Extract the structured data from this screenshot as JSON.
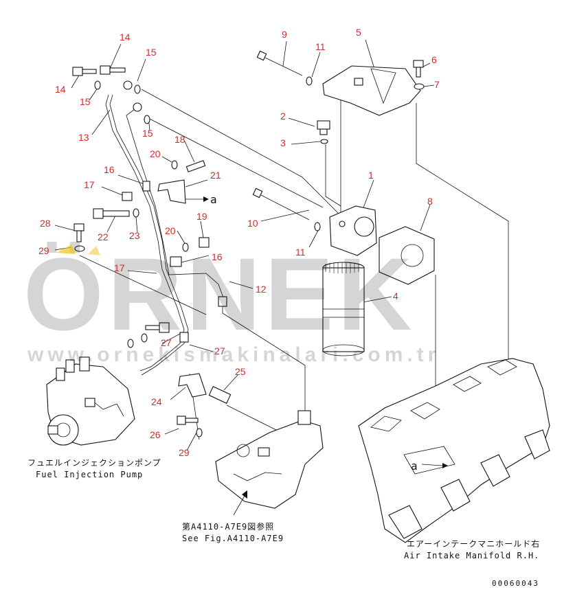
{
  "callouts": [
    {
      "id": "c14a",
      "label": "14"
    },
    {
      "id": "c14b",
      "label": "14"
    },
    {
      "id": "c15a",
      "label": "15"
    },
    {
      "id": "c15b",
      "label": "15"
    },
    {
      "id": "c15c",
      "label": "15"
    },
    {
      "id": "c13",
      "label": "13"
    },
    {
      "id": "c9",
      "label": "9"
    },
    {
      "id": "c11a",
      "label": "11"
    },
    {
      "id": "c5",
      "label": "5"
    },
    {
      "id": "c6",
      "label": "6"
    },
    {
      "id": "c7",
      "label": "7"
    },
    {
      "id": "c2",
      "label": "2"
    },
    {
      "id": "c3",
      "label": "3"
    },
    {
      "id": "c18",
      "label": "18"
    },
    {
      "id": "c20a",
      "label": "20"
    },
    {
      "id": "c16a",
      "label": "16"
    },
    {
      "id": "c21",
      "label": "21"
    },
    {
      "id": "c17a",
      "label": "17"
    },
    {
      "id": "c1",
      "label": "1"
    },
    {
      "id": "c8",
      "label": "8"
    },
    {
      "id": "c28",
      "label": "28"
    },
    {
      "id": "c22",
      "label": "22"
    },
    {
      "id": "c23",
      "label": "23"
    },
    {
      "id": "c19",
      "label": "19"
    },
    {
      "id": "c10",
      "label": "10"
    },
    {
      "id": "c20b",
      "label": "20"
    },
    {
      "id": "c11b",
      "label": "11"
    },
    {
      "id": "c29a",
      "label": "29"
    },
    {
      "id": "c16b",
      "label": "16"
    },
    {
      "id": "c17b",
      "label": "17"
    },
    {
      "id": "c12",
      "label": "12"
    },
    {
      "id": "c4",
      "label": "4"
    },
    {
      "id": "c27a",
      "label": "27"
    },
    {
      "id": "c27b",
      "label": "27"
    },
    {
      "id": "c25",
      "label": "25"
    },
    {
      "id": "c24",
      "label": "24"
    },
    {
      "id": "c26",
      "label": "26"
    },
    {
      "id": "c29b",
      "label": "29"
    }
  ],
  "reference_letters": [
    {
      "id": "ref-a-left",
      "label": "a"
    },
    {
      "id": "ref-a-right",
      "label": "a"
    }
  ],
  "captions": {
    "fuel_pump_jp": "フュエルインジェクションポンプ",
    "fuel_pump_en": "Fuel Injection Pump",
    "see_fig_jp": "第A4110-A7E9図参照",
    "see_fig_en": "See Fig.A4110-A7E9",
    "manifold_jp": "エアーインテークマニホールド右",
    "manifold_en": "Air Intake Manifold R.H.",
    "drawing_number": "00060043"
  },
  "watermark": {
    "brand": "ÖRNEK",
    "url": "www.ornekismakinalari.com.tr"
  },
  "colors": {
    "callout": "#d42a2a",
    "line": "#111111",
    "watermark": "#d6d6d6",
    "accent_yellow": "#f0c419"
  }
}
